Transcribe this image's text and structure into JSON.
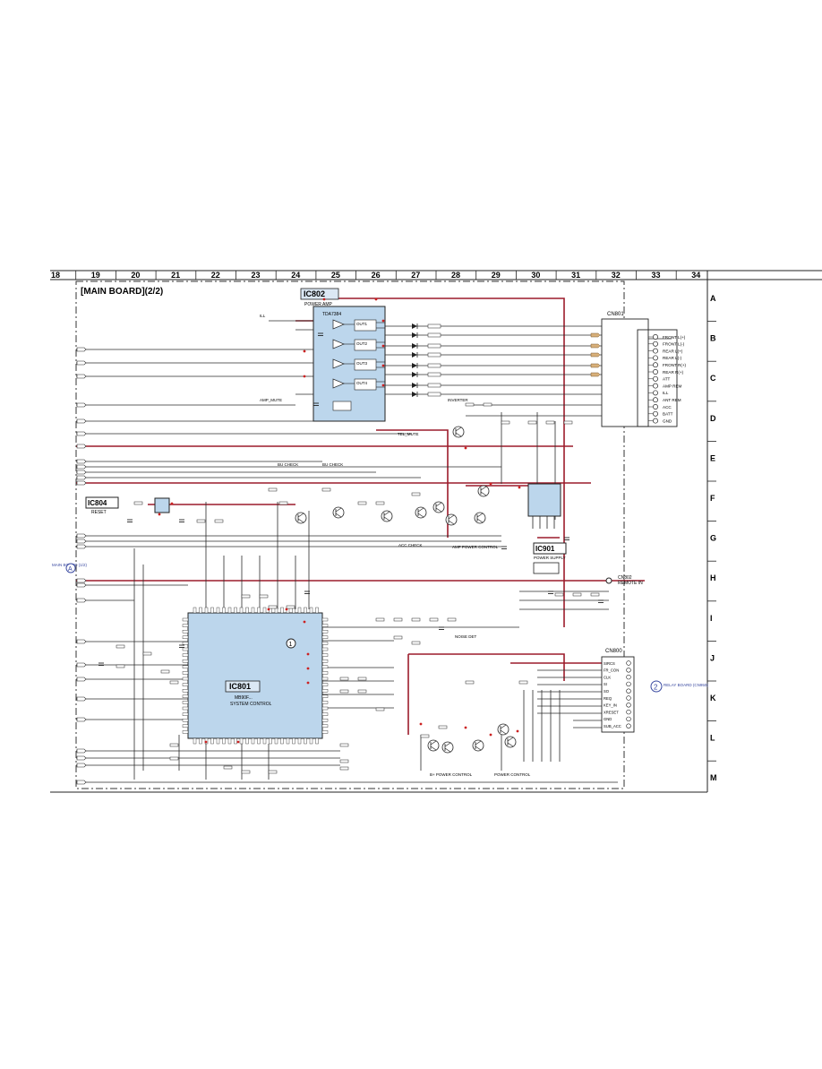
{
  "board_title": "[MAIN BOARD](2/2)",
  "column_numbers": [
    "18",
    "19",
    "20",
    "21",
    "22",
    "23",
    "24",
    "25",
    "26",
    "27",
    "28",
    "29",
    "30",
    "31",
    "32",
    "33",
    "34"
  ],
  "row_letters": [
    "A",
    "B",
    "C",
    "D",
    "E",
    "F",
    "G",
    "H",
    "I",
    "J",
    "K",
    "L",
    "M"
  ],
  "ic802": {
    "name": "IC802",
    "desc": "POWER AMP",
    "part": "TDA7384",
    "channels": [
      "OUT1",
      "OUT2",
      "OUT3",
      "OUT4"
    ]
  },
  "ic804": {
    "name": "IC804",
    "desc": "RESET"
  },
  "ic801": {
    "name": "IC801",
    "part": "MB90F...",
    "desc": "SYSTEM CONTROL"
  },
  "ic901": {
    "name": "IC901",
    "desc": "POWER SUPPLY"
  },
  "cn_speaker": {
    "name": "CN801",
    "pins": [
      "FRONT L(+)",
      "FRONT L(-)",
      "REAR L(+)",
      "REAR L(-)",
      "FRONT R(+)",
      "REAR R(+)",
      "ATT",
      "AMP REM",
      "ILL",
      "ANT REM",
      "ACC",
      "BATT",
      "GND"
    ]
  },
  "cn_relay": {
    "name": "CN800",
    "pins": [
      "SIRCS",
      "FR_CON",
      "CLK",
      "SI",
      "SO",
      "REQ",
      "KEY_IN",
      "XRESET",
      "GND",
      "SUB_ACC"
    ]
  },
  "cn_remote": {
    "name": "CN802",
    "desc": "REMOTE IN"
  },
  "main_board_ref": {
    "label": "MAIN BOARD (1/2)",
    "marker": "A"
  },
  "relay_board_ref": {
    "label": "RELAY BOARD (CN950)",
    "marker": "2"
  },
  "marker_1": "1",
  "captions": {
    "bu_check": "BU CHECK",
    "bu_check2": "BU CHECK",
    "acc_check": "ACC CHECK",
    "amp_power": "AMP POWER CONTROL",
    "inverter": "INVERTER",
    "noise_det": "NOISE DET",
    "b_power": "B+ POWER CONTROL",
    "power_ctrl": "POWER CONTROL",
    "tel_mute": "TEL_MUTE",
    "amp_mute": "AMP_MUTE",
    "ill": "ILL"
  },
  "colors": {
    "wire": "#2b2b2b",
    "power_wire": "#9c1c2b",
    "ic_fill": "#bcd6ec",
    "border": "#222222"
  }
}
